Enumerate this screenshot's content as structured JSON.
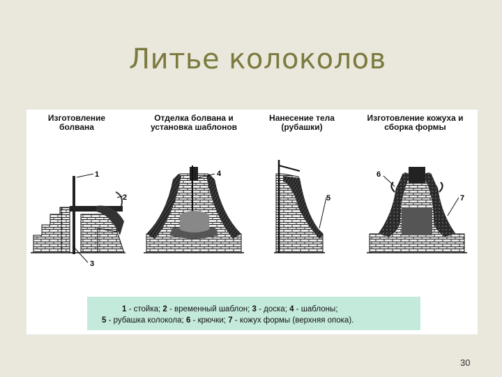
{
  "slide": {
    "title": "Литье колоколов",
    "page_number": "30"
  },
  "stages": [
    {
      "line1": "Изготовление",
      "line2": "болвана"
    },
    {
      "line1": "Отделка болвана и",
      "line2": "установка шаблонов"
    },
    {
      "line1": "Нанесение тела",
      "line2": "(рубашки)"
    },
    {
      "line1": "Изготовление кожуха и",
      "line2": "сборка формы"
    }
  ],
  "callouts": [
    "1",
    "2",
    "3",
    "4",
    "5",
    "6",
    "7"
  ],
  "legend": {
    "row1": [
      {
        "num": "1",
        "text": " - стойка; "
      },
      {
        "num": "2",
        "text": " - временный шаблон; "
      },
      {
        "num": "3",
        "text": " - доска; "
      },
      {
        "num": "4",
        "text": " - шаблоны;"
      }
    ],
    "row2": [
      {
        "num": "5",
        "text": " - рубашка колокола; "
      },
      {
        "num": "6",
        "text": " - крючки; "
      },
      {
        "num": "7",
        "text": " - кожух формы (верхняя опока)."
      }
    ]
  },
  "colors": {
    "background": "#eae7dc",
    "title": "#7b7a3e",
    "legend_bg": "#c4eadc"
  }
}
